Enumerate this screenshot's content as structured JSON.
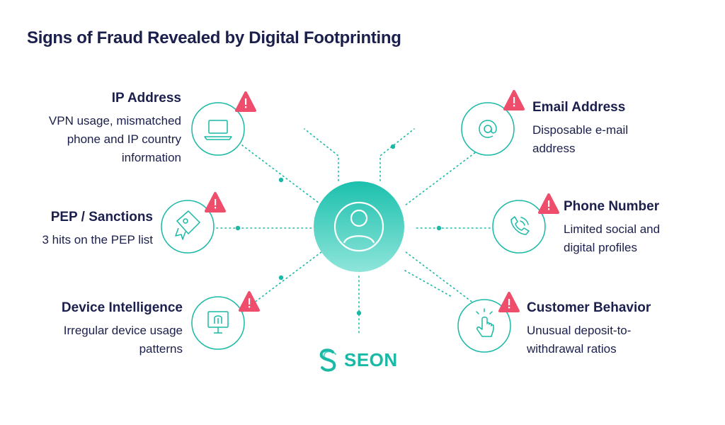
{
  "title": "Signs of Fraud Revealed by Digital Footprinting",
  "colors": {
    "title": "#1b1f4b",
    "accent": "#19b9a6",
    "center_gradient_top": "#1cc0ad",
    "center_gradient_bottom": "#8ee5da",
    "warning": "#ee4d6c"
  },
  "items": [
    {
      "icon": "laptop-icon",
      "heading": "IP Address",
      "desc": [
        "VPN usage, mismatched",
        "phone and IP country",
        "information"
      ]
    },
    {
      "icon": "email-at-icon",
      "heading": "Email Address",
      "desc": [
        "Disposable e-mail",
        "address"
      ]
    },
    {
      "icon": "sanctions-tag-icon",
      "heading": "PEP / Sanctions",
      "desc": [
        "3 hits on the PEP list"
      ]
    },
    {
      "icon": "phone-call-icon",
      "heading": "Phone Number",
      "desc": [
        "Limited social and",
        "digital profiles"
      ]
    },
    {
      "icon": "fingerprint-monitor-icon",
      "heading": "Device Intelligence",
      "desc": [
        "Irregular device usage",
        "patterns"
      ]
    },
    {
      "icon": "pointer-hand-icon",
      "heading": "Customer Behavior",
      "desc": [
        "Unusual deposit-to-",
        "withdrawal ratios"
      ]
    }
  ],
  "center_icon": "user-icon",
  "logo": {
    "text": "SEON",
    "icon": "seon-logo-icon"
  }
}
